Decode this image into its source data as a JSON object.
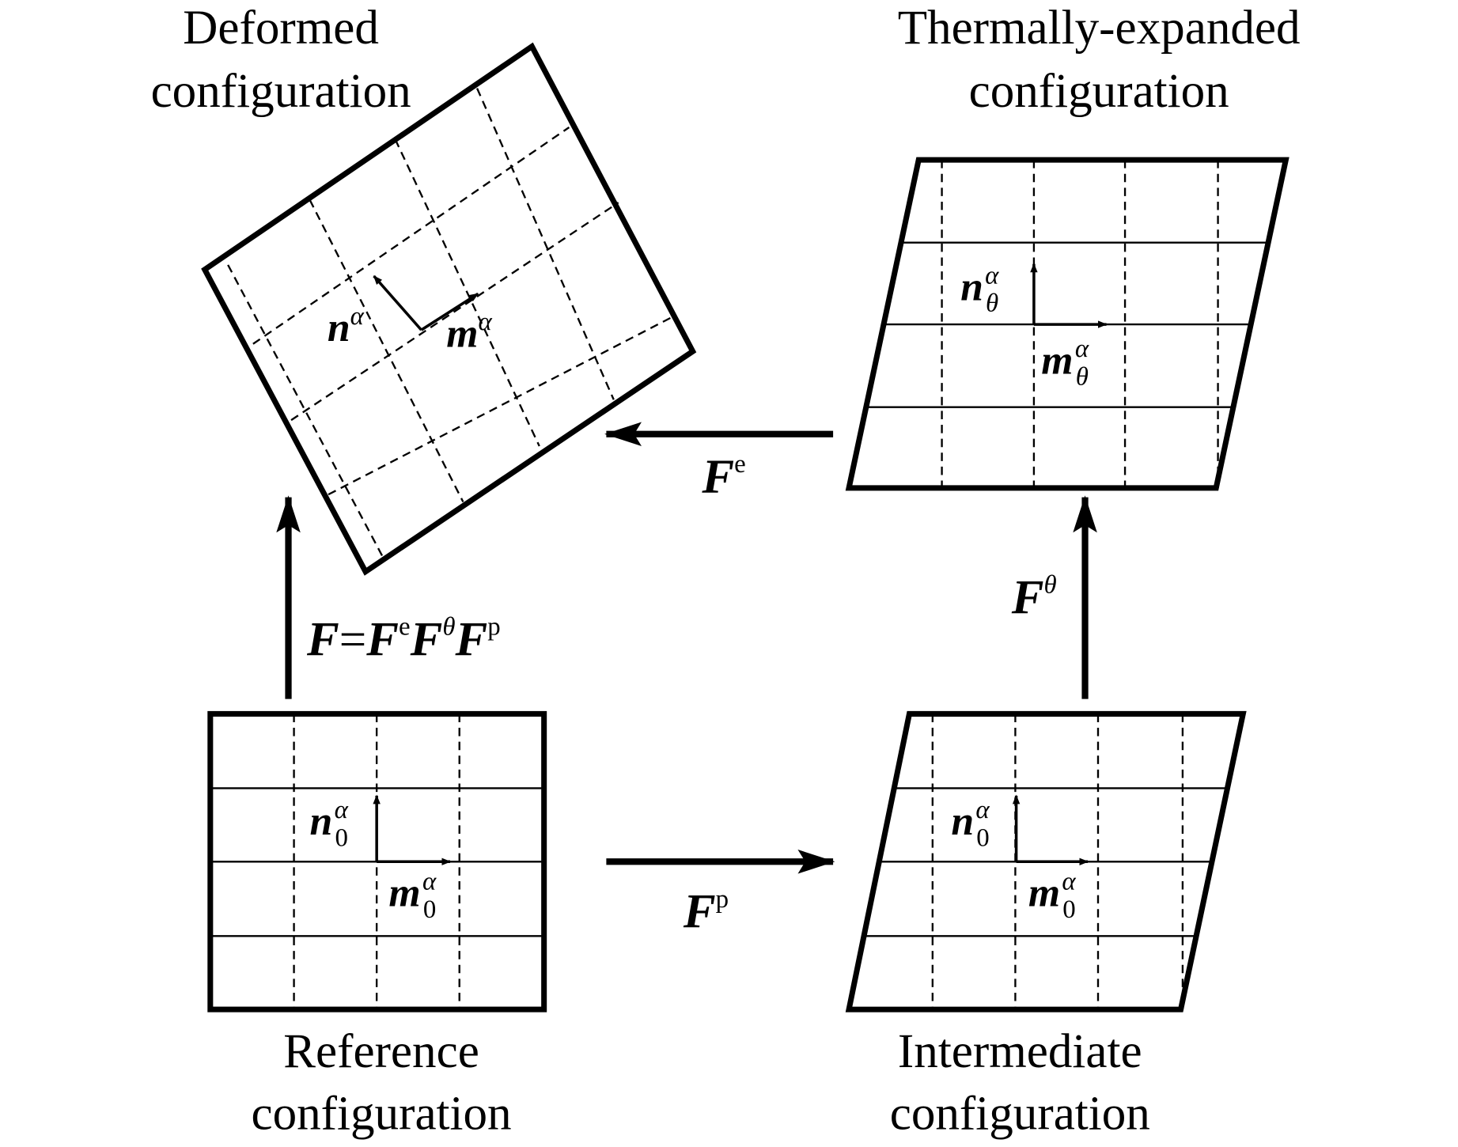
{
  "configurations": {
    "deformed": {
      "title_line1": "Deformed",
      "title_line2": "configuration",
      "n": "n",
      "n_sup": "α",
      "m": "m",
      "m_sup": "α"
    },
    "thermal": {
      "title_line1": "Thermally-expanded",
      "title_line2": "configuration",
      "n": "n",
      "n_sup": "α",
      "n_sub": "θ",
      "m": "m",
      "m_sup": "α",
      "m_sub": "θ"
    },
    "reference": {
      "title_line1": "Reference",
      "title_line2": "configuration",
      "n": "n",
      "n_sup": "α",
      "n_sub": "0",
      "m": "m",
      "m_sup": "α",
      "m_sub": "0"
    },
    "intermediate": {
      "title_line1": "Intermediate",
      "title_line2": "configuration",
      "n": "n",
      "n_sup": "α",
      "n_sub": "0",
      "m": "m",
      "m_sup": "α",
      "m_sub": "0"
    }
  },
  "mappings": {
    "fe": {
      "base": "F",
      "sup": "e"
    },
    "ftheta": {
      "base": "F",
      "sup": "θ"
    },
    "fp": {
      "base": "F",
      "sup": "p"
    },
    "total": {
      "f": "F",
      "eq": "=",
      "f1": "F",
      "s1": "e",
      "f2": "F",
      "s2": "θ",
      "f3": "F",
      "s3": "p"
    }
  }
}
